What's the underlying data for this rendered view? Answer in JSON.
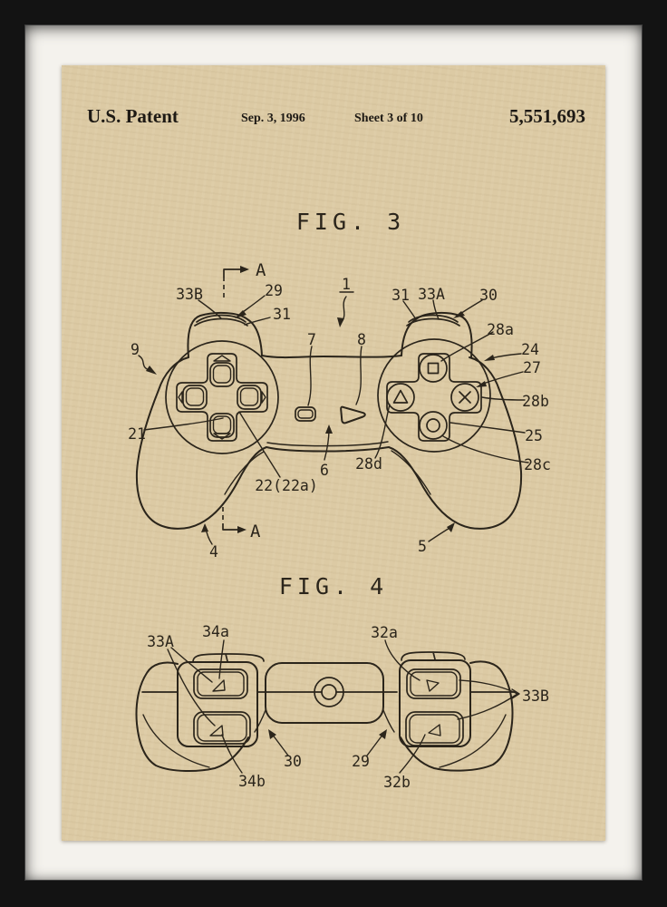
{
  "header": {
    "title": "U.S. Patent",
    "date": "Sep. 3, 1996",
    "sheet": "Sheet 3 of 10",
    "patent_number": "5,551,693"
  },
  "fig3": {
    "title": "FIG. 3",
    "section_marker": "A",
    "refs": {
      "n33B": "33B",
      "n29": "29",
      "n31L": "31",
      "n1": "1",
      "n31R": "31",
      "n33A": "33A",
      "n30": "30",
      "n28a": "28a",
      "n9": "9",
      "n7": "7",
      "n8": "8",
      "n24": "24",
      "n27": "27",
      "n28b": "28b",
      "n21": "21",
      "n25": "25",
      "n28c": "28c",
      "n22": "22(22a)",
      "n6": "6",
      "n28d": "28d",
      "n4": "4",
      "n5": "5"
    }
  },
  "fig4": {
    "title": "FIG. 4",
    "refs": {
      "n33A": "33A",
      "n34a": "34a",
      "n32a": "32a",
      "n33B": "33B",
      "n30": "30",
      "n29": "29",
      "n34b": "34b",
      "n32b": "32b"
    }
  },
  "colors": {
    "frame": "#131313",
    "mat": "#f4f2ed",
    "paper": "#dccaa4",
    "ink": "#2b251b"
  }
}
